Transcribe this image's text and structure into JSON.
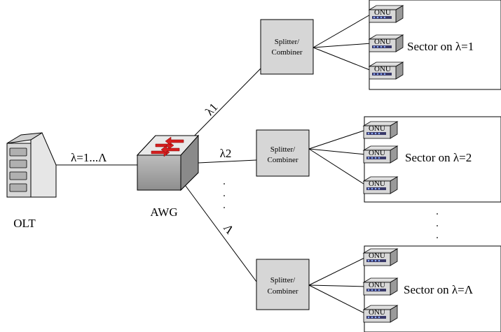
{
  "nodes": {
    "olt": {
      "label": "OLT"
    },
    "awg": {
      "label": "AWG"
    }
  },
  "links": {
    "olt_to_awg": "λ=1...Λ",
    "branches": [
      "λ1",
      "λ2",
      "Λ"
    ]
  },
  "splitters": [
    {
      "line1": "Splitter/",
      "line2": "Combiner"
    },
    {
      "line1": "Splitter/",
      "line2": "Combiner"
    },
    {
      "line1": "Splitter/",
      "line2": "Combiner"
    }
  ],
  "sectors": [
    {
      "label": "Sector on λ=1"
    },
    {
      "label": "Sector on λ=2"
    },
    {
      "label": "Sector on λ=Λ"
    }
  ],
  "onu_label": "ONU",
  "colors": {
    "splitter_fill": "#d6d6d6",
    "awg_arrow": "#d62020",
    "device_gray": "#c8c8c8"
  }
}
